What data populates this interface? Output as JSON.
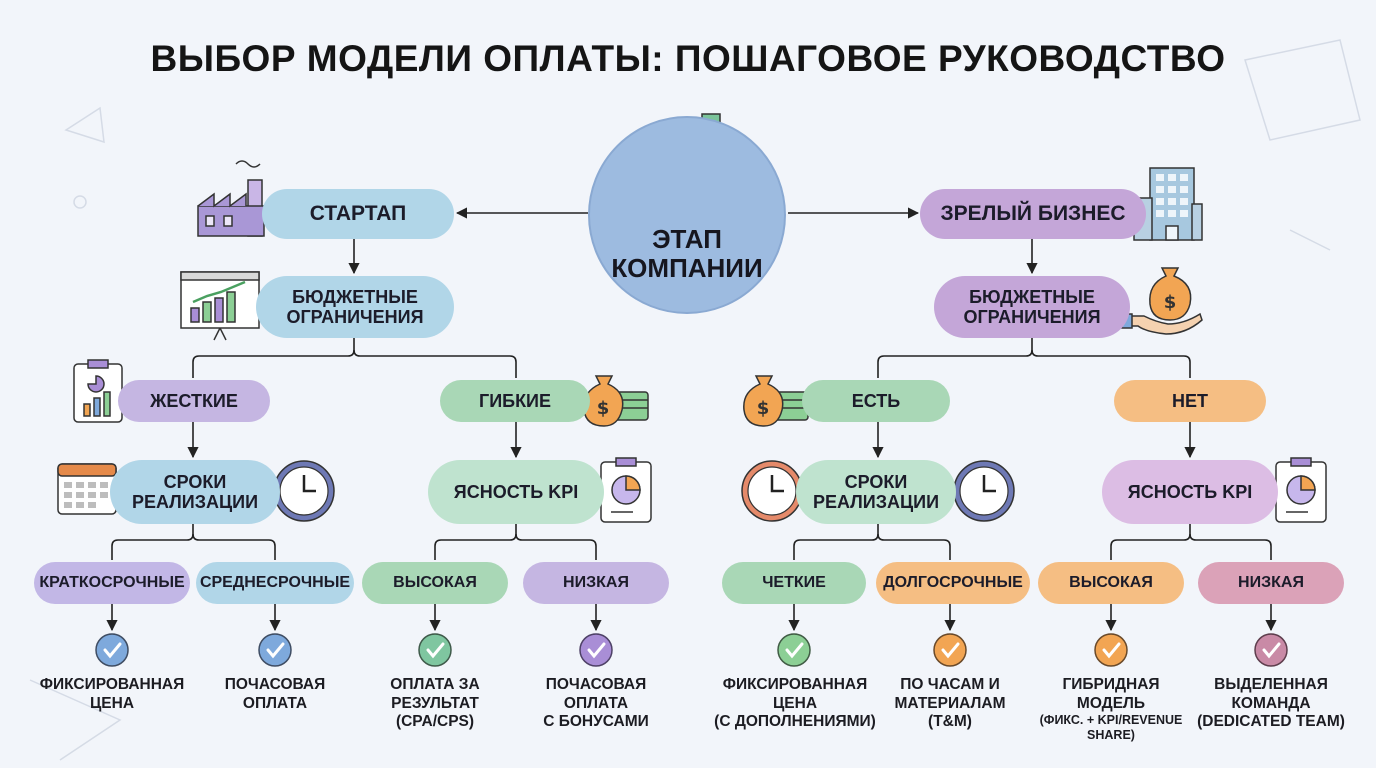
{
  "title": "ВЫБОР МОДЕЛИ ОПЛАТЫ: ПОШАГОВОЕ РУКОВОДСТВО",
  "center": {
    "line1": "ЭТАП",
    "line2": "КОМПАНИИ"
  },
  "left": {
    "stage": "СТАРТАП",
    "budget": {
      "line1": "БЮДЖЕТНЫЕ",
      "line2": "ОГРАНИЧЕНИЯ"
    },
    "strict": {
      "label": "ЖЕСТКИЕ",
      "timing": {
        "line1": "СРОКИ",
        "line2": "РЕАЛИЗАЦИИ"
      },
      "short": {
        "label": "КРАТКОСРОЧНЫЕ",
        "outcome": [
          "ФИКСИРОВАННАЯ",
          "ЦЕНА"
        ]
      },
      "mid": {
        "label": "СРЕДНЕСРОЧНЫЕ",
        "outcome": [
          "ПОЧАСОВАЯ",
          "ОПЛАТА"
        ]
      }
    },
    "flexible": {
      "label": "ГИБКИЕ",
      "kpi": "ЯСНОСТЬ KPI",
      "high": {
        "label": "ВЫСОКАЯ",
        "outcome": [
          "ОПЛАТА ЗА",
          "РЕЗУЛЬТАТ",
          "(CPA/CPS)"
        ]
      },
      "low": {
        "label": "НИЗКАЯ",
        "outcome": [
          "ПОЧАСОВАЯ",
          "ОПЛАТА",
          "С БОНУСАМИ"
        ]
      }
    }
  },
  "right": {
    "stage": "ЗРЕЛЫЙ БИЗНЕС",
    "budget": {
      "line1": "БЮДЖЕТНЫЕ",
      "line2": "ОГРАНИЧЕНИЯ"
    },
    "yes": {
      "label": "ЕСТЬ",
      "timing": {
        "line1": "СРОКИ",
        "line2": "РЕАЛИЗАЦИИ"
      },
      "clear": {
        "label": "ЧЕТКИЕ",
        "outcome": [
          "ФИКСИРОВАННАЯ",
          "ЦЕНА",
          "(С ДОПОЛНЕНИЯМИ)"
        ]
      },
      "long": {
        "label": "ДОЛГОСРОЧНЫЕ",
        "outcome": [
          "ПО ЧАСАМ И",
          "МАТЕРИАЛАМ",
          "(T&M)"
        ]
      }
    },
    "no": {
      "label": "НЕТ",
      "kpi": "ЯСНОСТЬ KPI",
      "high": {
        "label": "ВЫСОКАЯ",
        "outcome": [
          "ГИБРИДНАЯ",
          "МОДЕЛЬ"
        ],
        "outcome_small": [
          "(ФИКС. + KPI/REVENUE",
          "SHARE)"
        ]
      },
      "low": {
        "label": "НИЗКАЯ",
        "outcome": [
          "ВЫДЕЛЕННАЯ",
          "КОМАНДА",
          "(DEDICATED TEAM)"
        ]
      }
    }
  },
  "colors": {
    "connector": "#222222",
    "check_blue": "#7ea9dc",
    "check_teal": "#7fc6a0",
    "check_purple": "#a98ed6",
    "check_green": "#8ccf95",
    "check_orange": "#f2a553",
    "check_rose": "#c98aa6"
  }
}
